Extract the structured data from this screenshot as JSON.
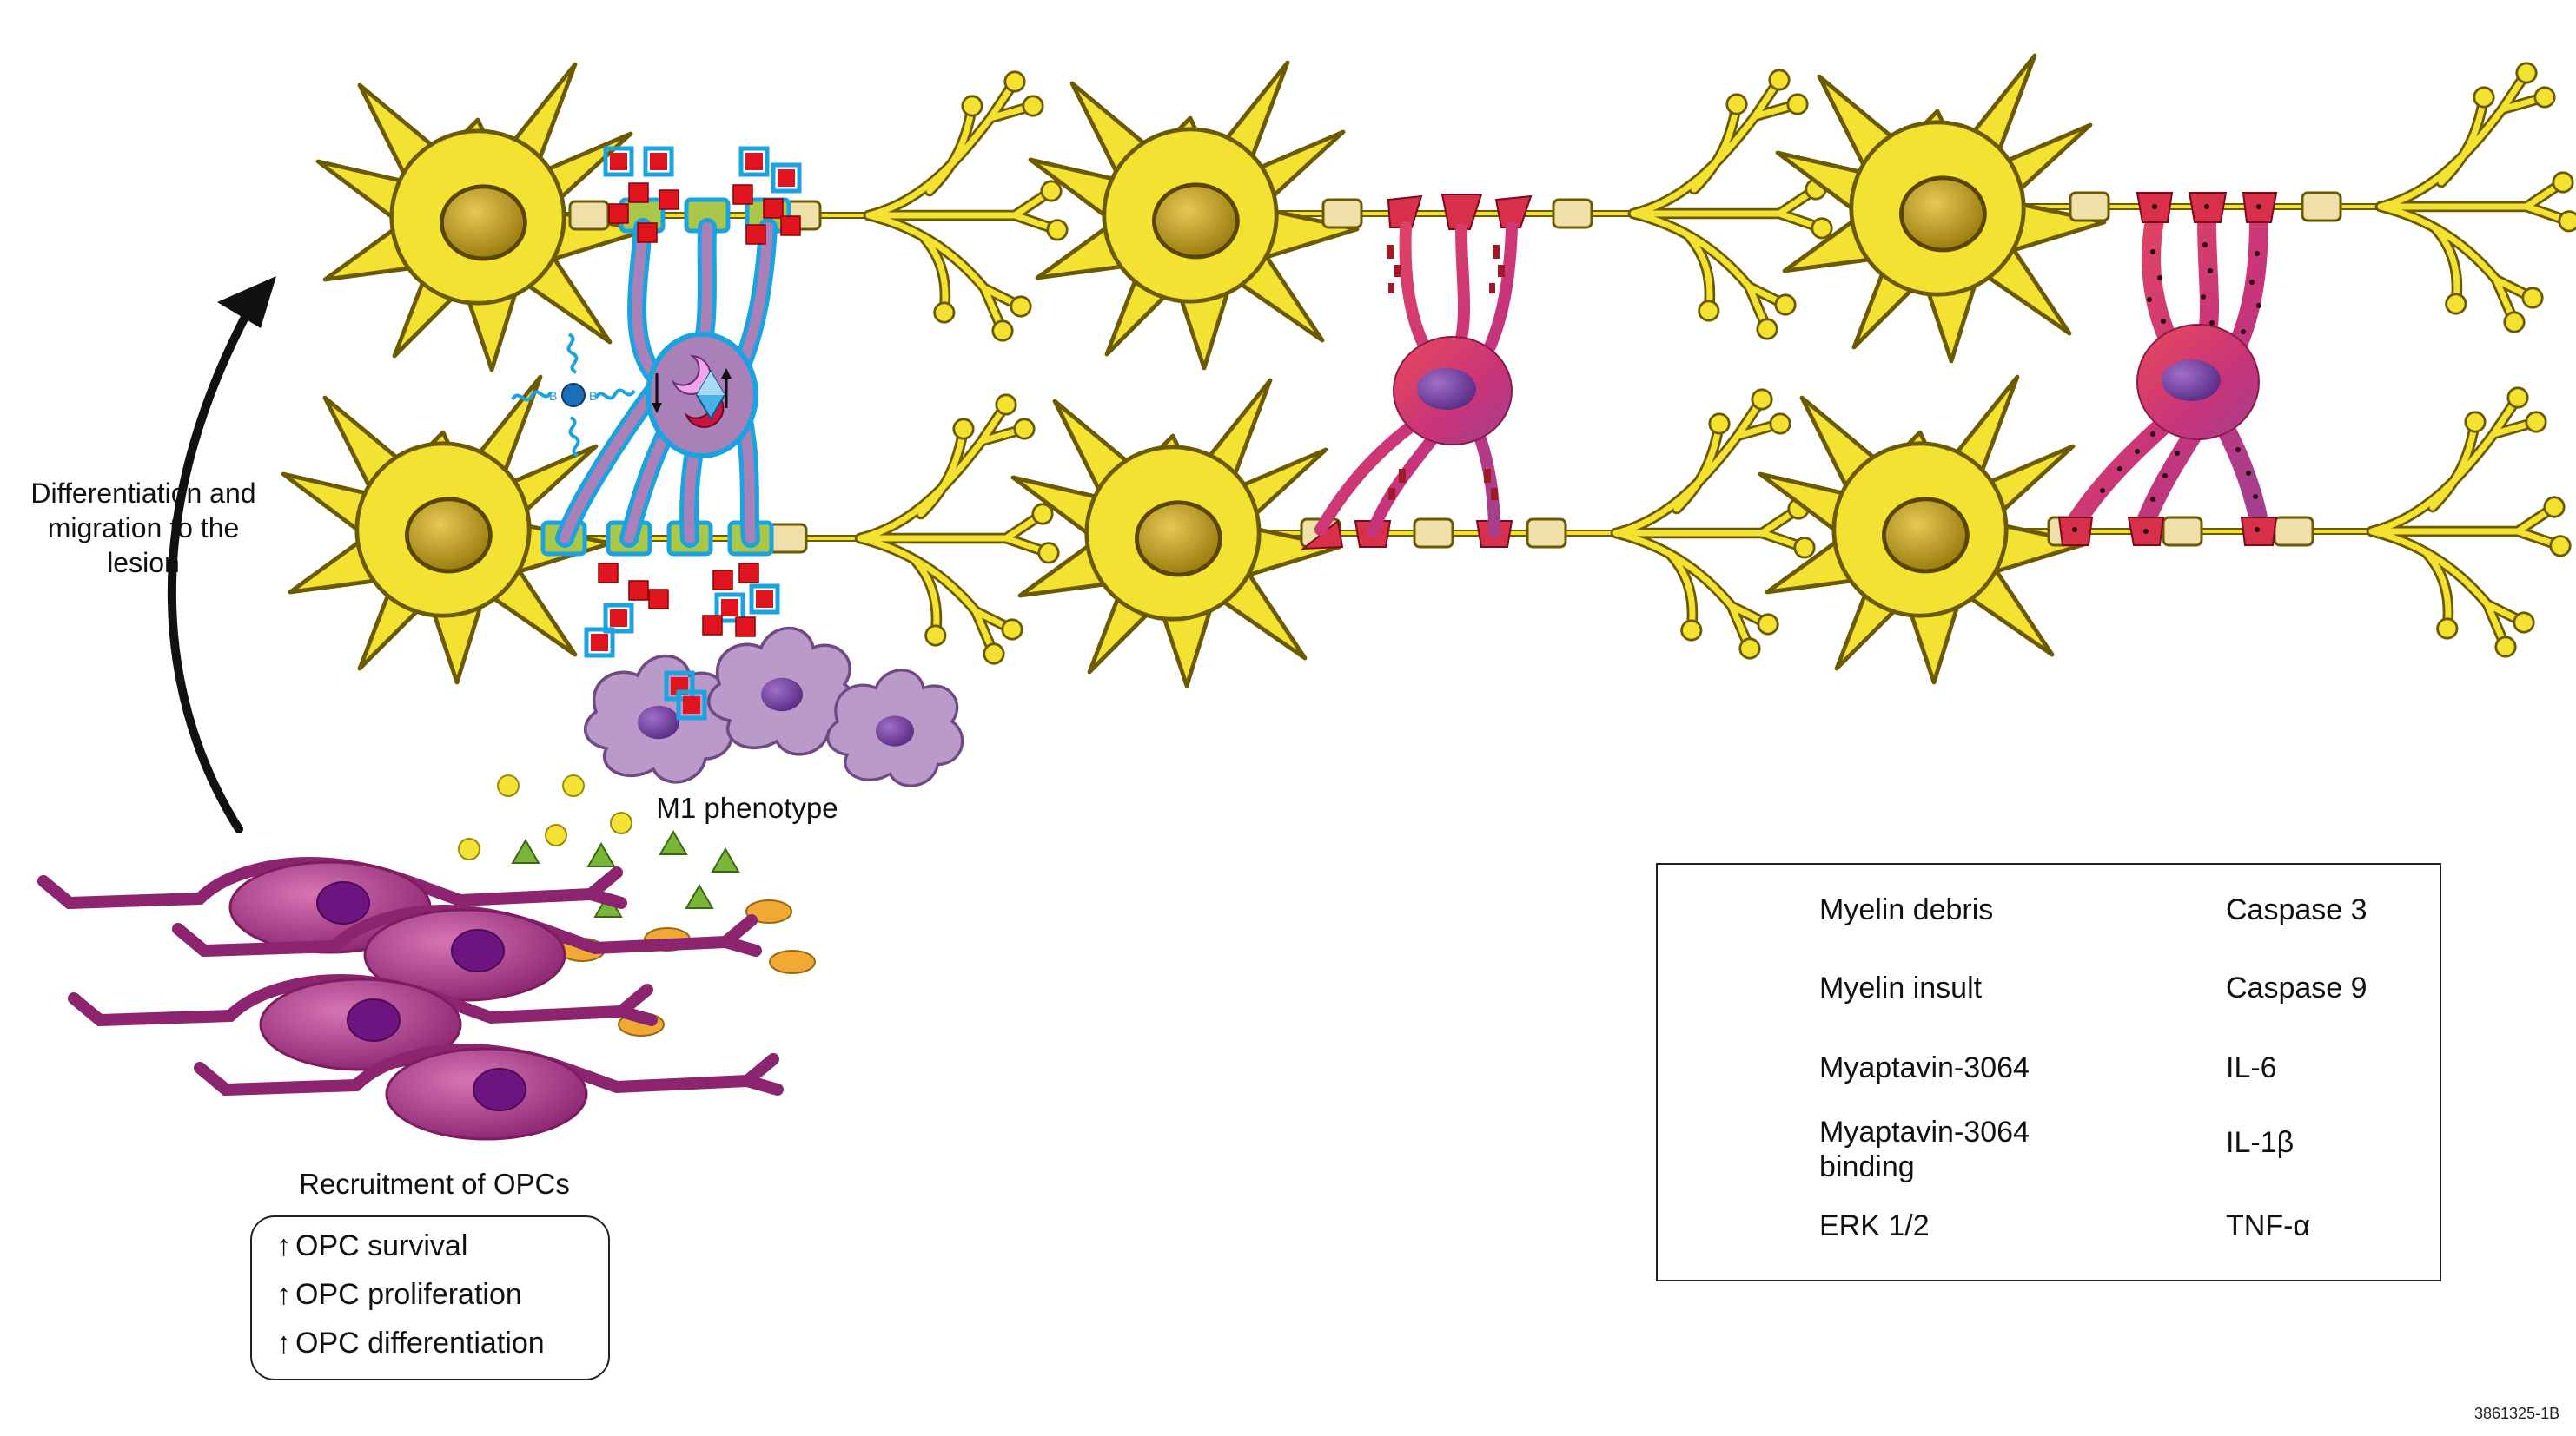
{
  "labels": {
    "differentiation": "Differentiation and migration to the lesion",
    "m1_phenotype": "M1 phenotype",
    "recruitment": "Recruitment of OPCs",
    "figure_code": "3861325-1B"
  },
  "opc_effects": [
    "OPC survival",
    "OPC proliferation",
    "OPC differentiation"
  ],
  "legend": {
    "left": [
      {
        "icon": "red-square-icon",
        "label": "Myelin debris"
      },
      {
        "icon": "dots-cluster-icon",
        "label": "Myelin insult"
      },
      {
        "icon": "myaptavin-molecule-icon",
        "label": "Myaptavin-3064"
      },
      {
        "icon": "blue-line-icon",
        "label": "Myaptavin-3064 binding"
      },
      {
        "icon": "blue-diamond-icon",
        "label": "ERK 1/2"
      }
    ],
    "right": [
      {
        "icon": "pink-crescent-icon",
        "label": "Caspase 3"
      },
      {
        "icon": "crimson-crescent-icon",
        "label": "Caspase 9"
      },
      {
        "icon": "yellow-circle-icon",
        "label": "IL-6"
      },
      {
        "icon": "green-triangle-icon",
        "label": "IL-1β"
      },
      {
        "icon": "orange-ellipse-icon",
        "label": "TNF-α"
      }
    ]
  },
  "colors": {
    "neuron": "#f3e232",
    "neuron_outline": "#6b5a00",
    "nucleus": "#b89a20",
    "myelin": "#eee0a8",
    "oligo_purple": "#a980b8",
    "oligo_red": "#d8304a",
    "opc_magenta": "#b23a8c",
    "aptamer_blue": "#1aa3e0",
    "debris_red": "#e0141e",
    "il6_yellow": "#f4e234",
    "il1b_green": "#7ab53a",
    "tnf_orange": "#f2a834",
    "microglia": "#b99ac8"
  }
}
